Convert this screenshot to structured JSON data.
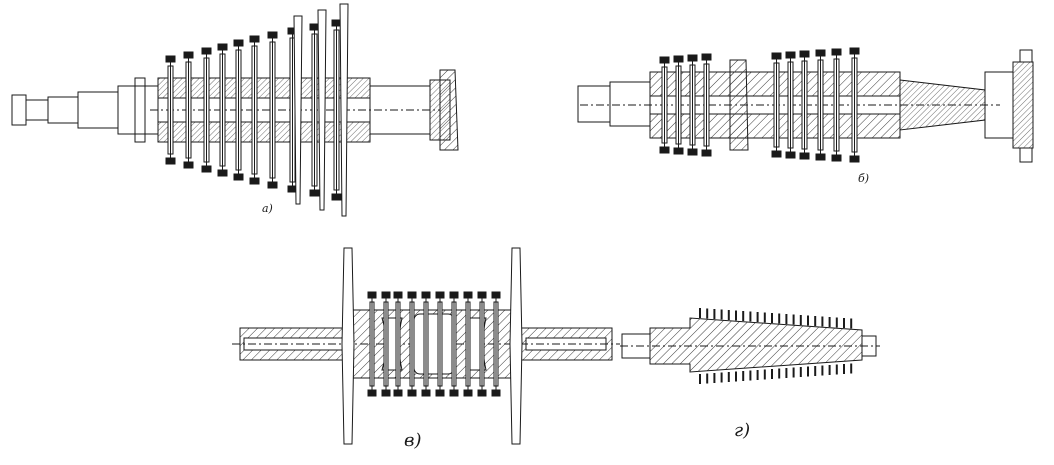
{
  "figure": {
    "panels": [
      {
        "id": "a",
        "label": "а)"
      },
      {
        "id": "b",
        "label": "б)"
      },
      {
        "id": "v",
        "label": "в)"
      },
      {
        "id": "g",
        "label": "г)"
      }
    ]
  },
  "colors": {
    "ink": "#1a1a1a",
    "paper": "#ffffff",
    "hatch": "#3a3a3a"
  }
}
